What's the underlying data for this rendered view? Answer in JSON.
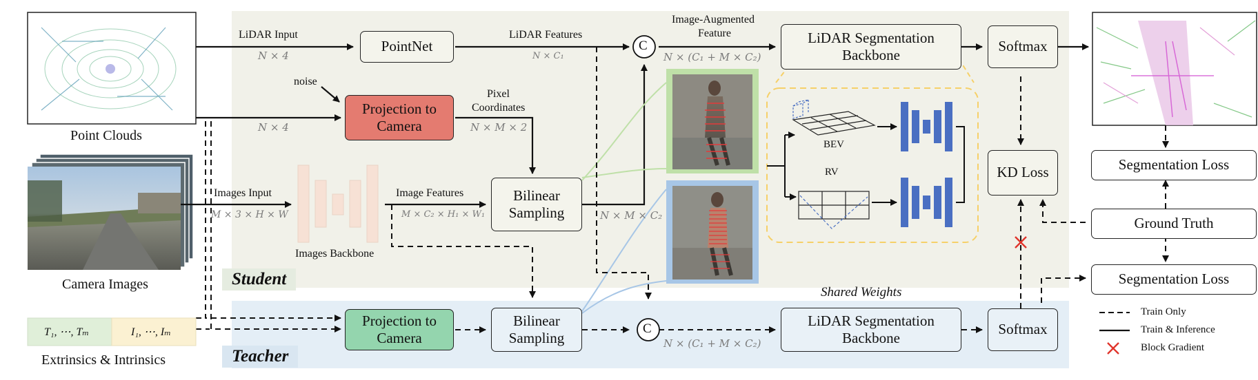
{
  "inputs": {
    "point_clouds": "Point Clouds",
    "camera_images": "Camera Images",
    "extrinsics_intrinsics": "Extrinsics & Intrinsics",
    "extrinsics_symbol": "T₁, ⋯, Tₘ",
    "intrinsics_symbol": "I₁, ⋯, Iₘ",
    "noise": "noise"
  },
  "student": {
    "label": "Student",
    "pointnet": "PointNet",
    "projection_line1": "Projection to",
    "projection_line2": "Camera",
    "bilinear_line1": "Bilinear",
    "bilinear_line2": "Sampling",
    "seg_backbone_line1": "LiDAR Segmentation",
    "seg_backbone_line2": "Backbone",
    "softmax": "Softmax",
    "images_backbone": "Images Backbone",
    "bev": "BEV",
    "rv": "RV"
  },
  "teacher": {
    "label": "Teacher",
    "projection_line1": "Projection to",
    "projection_line2": "Camera",
    "bilinear_line1": "Bilinear",
    "bilinear_line2": "Sampling",
    "seg_backbone_line1": "LiDAR Segmentation",
    "seg_backbone_line2": "Backbone",
    "softmax": "Softmax",
    "shared_weights": "Shared Weights"
  },
  "edges": {
    "lidar_input": "LiDAR Input",
    "lidar_input_dim": "N × 4",
    "lidar_to_proj_dim": "N × 4",
    "lidar_features": "LiDAR Features",
    "lidar_features_dim": "N × C₁",
    "image_augmented_line1": "Image-Augmented",
    "image_augmented_line2": "Feature",
    "augmented_dim": "N × (C₁ + M × C₂)",
    "pixel_line1": "Pixel",
    "pixel_line2": "Coordinates",
    "pixel_dim": "N × M × 2",
    "images_input": "Images Input",
    "images_input_dim": "M × 3 × H × W",
    "image_features": "Image Features",
    "image_features_dim": "M × C₂ × H₁ × W₁",
    "sampled_dim": "N × M × C₂",
    "teacher_augmented_dim": "N × (C₁ + M × C₂)",
    "concat_symbol": "C"
  },
  "losses": {
    "kd_loss": "KD Loss",
    "segmentation_loss_top": "Segmentation Loss",
    "ground_truth": "Ground Truth",
    "segmentation_loss_bottom": "Segmentation Loss"
  },
  "legend": {
    "train_only": "Train Only",
    "train_inference": "Train & Inference",
    "block_gradient": "Block Gradient"
  },
  "colors": {
    "student_bg": "#f1f1e9",
    "teacher_bg": "#e4eef6",
    "projection_student": "#e47b70",
    "projection_teacher": "#94d5ae",
    "extrinsics_fill": "#e0efd9",
    "intrinsics_fill": "#fbf1d2",
    "unet_blue": "#4a6fc2",
    "fusion_yellow": "#f6d068",
    "image_green_border": "#bfe0a8",
    "image_blue_border": "#a7c6e6",
    "block_red": "#e0342b",
    "backbone_peach": "#f7e1d5"
  }
}
